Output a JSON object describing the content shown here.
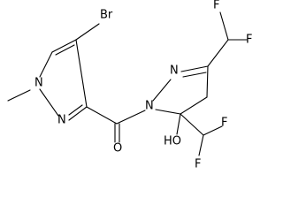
{
  "diagram": {
    "type": "chemical-structure",
    "atom_labels": {
      "br": "Br",
      "n1_methyl": "N",
      "methyl": "—",
      "n2": "N",
      "o_carbonyl": "O",
      "n_pyrazoline_1": "N",
      "n_pyrazoline_2": "N",
      "ho": "HO",
      "f_top_1": "F",
      "f_top_2": "F",
      "f_bottom_1": "F",
      "f_bottom_2": "F"
    },
    "colors": {
      "bond": "#000000",
      "text": "#000000",
      "background": "#ffffff"
    }
  }
}
